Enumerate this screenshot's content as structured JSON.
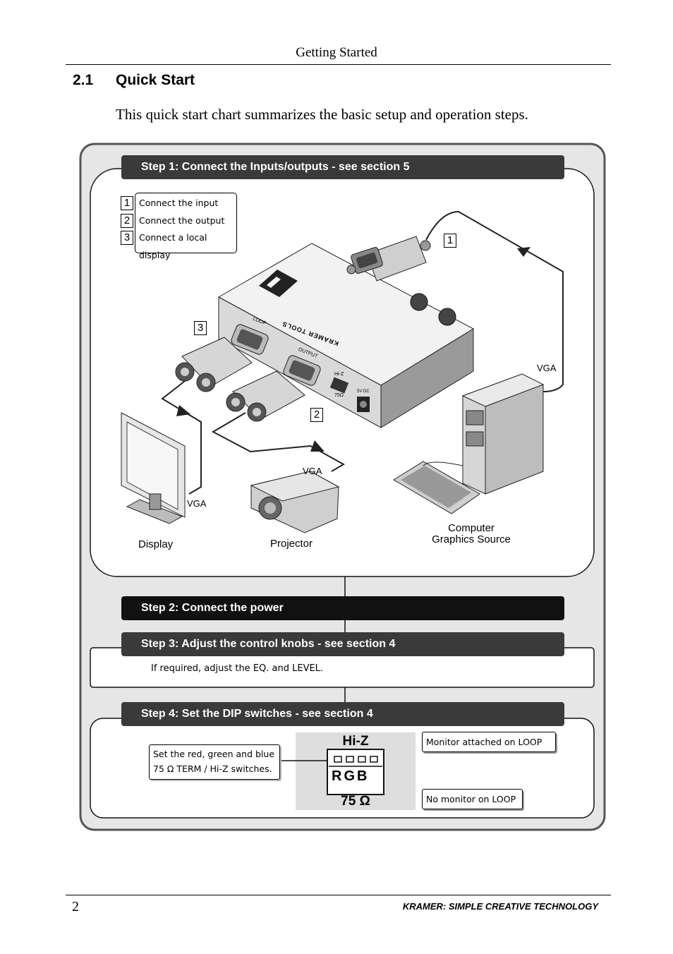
{
  "header": {
    "title": "Getting Started"
  },
  "section": {
    "number": "2.1",
    "title": "Quick Start"
  },
  "intro": "This quick start chart summarizes the basic setup and operation steps.",
  "step1": {
    "title": "Step 1: Connect the Inputs/outputs - see section 5",
    "list": [
      {
        "num": "1",
        "text": "Connect the input"
      },
      {
        "num": "2",
        "text": "Connect the output"
      },
      {
        "num": "3",
        "text": "Connect a local display"
      }
    ],
    "callouts": {
      "input": "1",
      "output": "2",
      "display": "3"
    },
    "device": {
      "brand": "KRAMER TOOLS",
      "loop_label": "LOOP",
      "output_label": "OUTPUT",
      "hiz_label": "Hi-Z",
      "ohm_label": "75Ω",
      "power_label": "5V DC"
    },
    "labels": {
      "vga_source": "VGA",
      "vga_projector": "VGA",
      "vga_display": "VGA",
      "display": "Display",
      "projector": "Projector",
      "source_line1": "Computer",
      "source_line2": "Graphics Source"
    }
  },
  "step2": {
    "title": "Step 2: Connect the power"
  },
  "step3": {
    "title": "Step 3: Adjust the control knobs - see section 4",
    "text": "If required, adjust the EQ. and LEVEL."
  },
  "step4": {
    "title": "Step 4: Set the DIP switches  - see section 4",
    "note_line1": "Set the red, green and blue",
    "note_line2": "75 Ω TERM / Hi-Z switches.",
    "hiz": "Hi-Z",
    "rgb": "RGB",
    "ohm": "75 Ω",
    "monitor_attached": "Monitor attached on LOOP",
    "no_monitor": "No monitor on LOOP"
  },
  "footer": {
    "page": "2",
    "brand": "KRAMER:  SIMPLE CREATIVE TECHNOLOGY"
  }
}
